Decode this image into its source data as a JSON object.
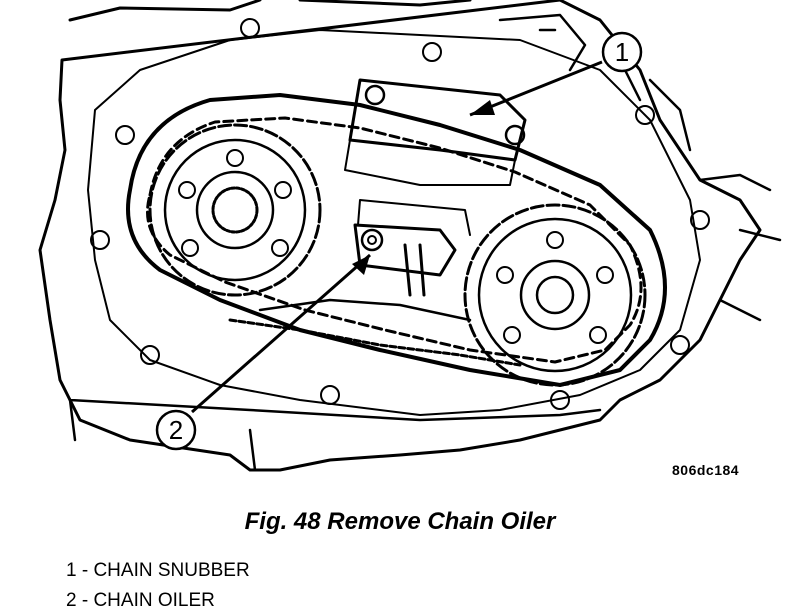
{
  "figure": {
    "code": "806dc184",
    "caption": "Fig. 48 Remove Chain Oiler"
  },
  "callouts": [
    {
      "number": "1",
      "label": "CHAIN SNUBBER"
    },
    {
      "number": "2",
      "label": "CHAIN OILER"
    }
  ],
  "legend": [
    "1 - CHAIN SNUBBER",
    "2 - CHAIN OILER"
  ]
}
